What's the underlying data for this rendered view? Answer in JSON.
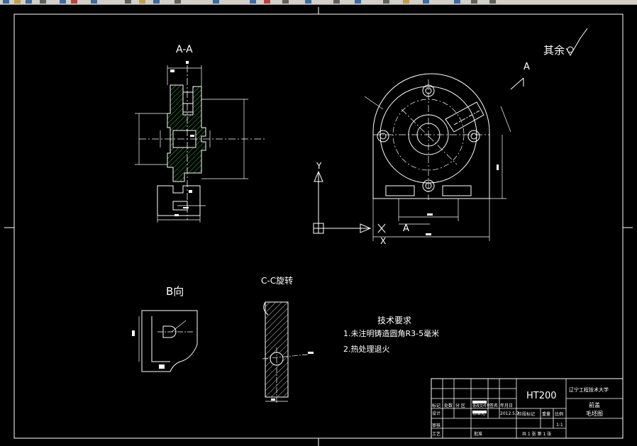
{
  "views": {
    "section_aa": "A-A",
    "view_b": "B向",
    "section_cc": "C-C旋转",
    "arrow_a_top": "A",
    "arrow_a_bottom": "A",
    "surface_rest": "其余"
  },
  "ucs": {
    "y_label": "Y",
    "x_label": "X"
  },
  "tech_req": {
    "title": "技术要求",
    "line1": "1.未注明铸造圆角R3-5毫米",
    "line2": "2.热处理退火"
  },
  "title_block": {
    "material": "HT200",
    "school": "辽宁工程技术大学",
    "part_name": "前盖",
    "drawing_type": "毛坯图",
    "date": "2012.5.7",
    "designer": "设计",
    "process": "工艺",
    "approve": "批准",
    "sheet": "共 1 张  第 1 张",
    "scale": "1:1",
    "stage_mark": "阶段标记",
    "weight": "重量",
    "ratio": "比例",
    "mark": "标记",
    "count": "处数",
    "zone": "分 区",
    "change_doc": "更改文件号",
    "signature": "签名",
    "ymd": "年月日",
    "standard": "标准化",
    "review": "审核"
  },
  "colors": {
    "background": "#000000",
    "lines": "#ffffff",
    "hatch": "#40c040",
    "toolbar": "#d4d0c8"
  }
}
